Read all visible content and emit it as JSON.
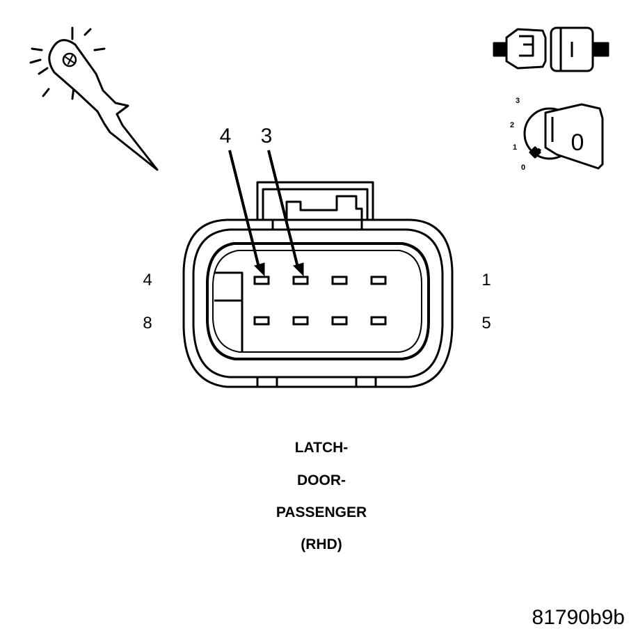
{
  "probe_labels": {
    "left": "4",
    "right": "3"
  },
  "pin_row_labels": {
    "top_left": "4",
    "top_right": "1",
    "bottom_left": "8",
    "bottom_right": "5"
  },
  "connector_title": [
    "LATCH-",
    "DOOR-",
    "PASSENGER",
    "(RHD)"
  ],
  "ignition_positions": [
    "3",
    "2",
    "1",
    "0"
  ],
  "key_face_label": "0",
  "figure_id": "81790b9b",
  "icons": [
    "test-light-probe-icon",
    "connector-disconnect-icon",
    "ignition-key-off-icon"
  ]
}
